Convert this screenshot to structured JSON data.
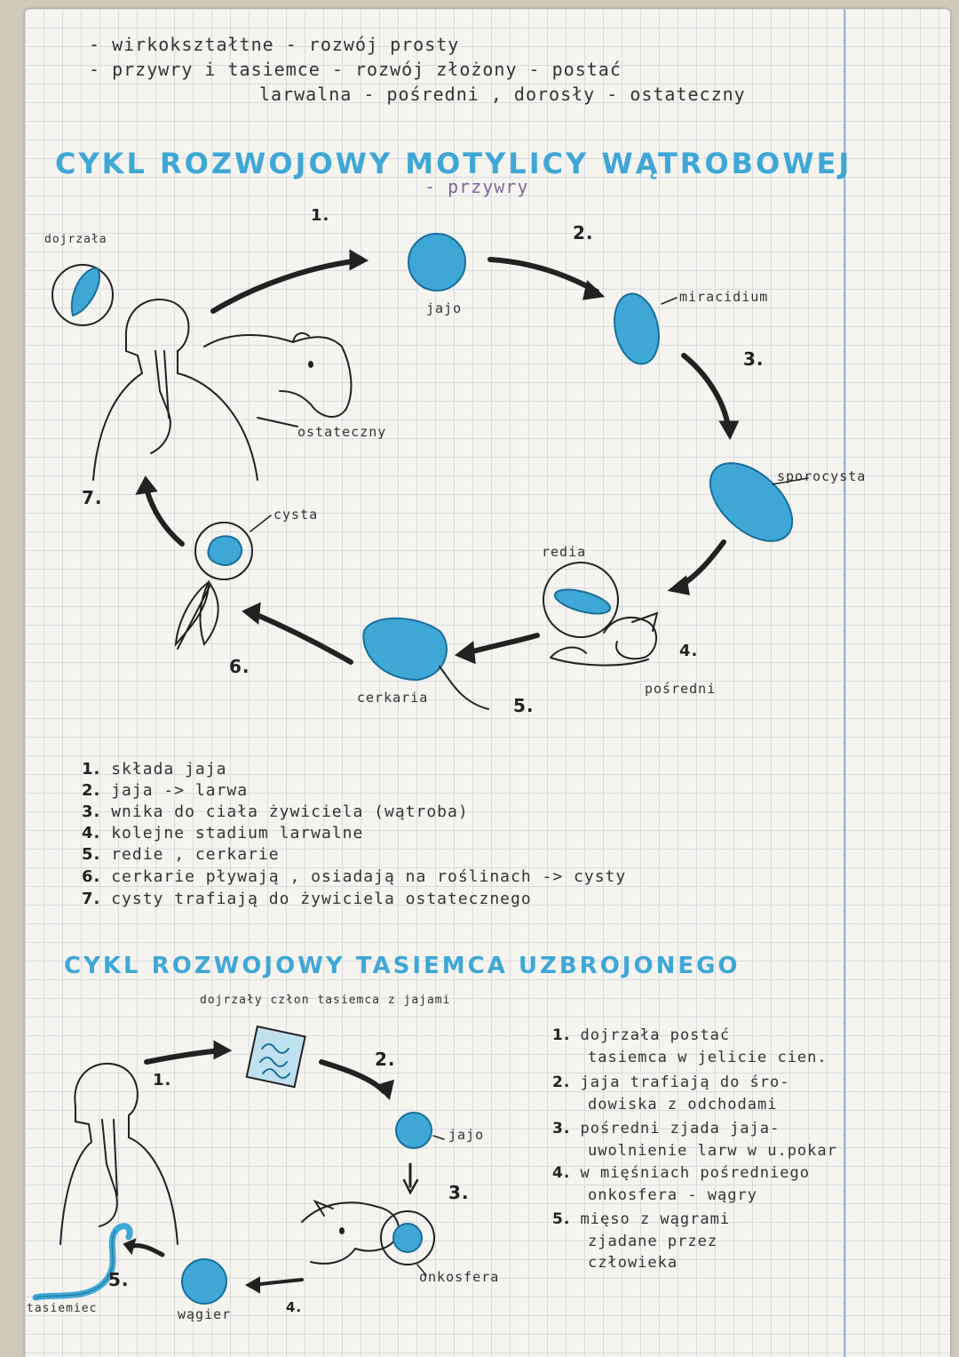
{
  "intro": {
    "line1": "- wirkokształtne    - rozwój prosty",
    "line2": "- przywry     i tasiemce  - rozwój złożony  - postać",
    "line3": "larwalna - pośredni , dorosły  - ostateczny"
  },
  "fluke": {
    "title": "CYKL ROZWOJOWY MOTYLICY WĄTROBOWEJ",
    "subtitle": "- przywry",
    "labels": {
      "mature": "dojrzała",
      "egg": "jajo",
      "miracidium": "miracidium",
      "sporocyst": "sporocysta",
      "redia": "redia",
      "cercaria": "cerkaria",
      "cyst": "cysta",
      "definitive": "ostateczny",
      "intermediate": "pośredni"
    },
    "steps": [
      "1.",
      "2.",
      "3.",
      "4.",
      "5.",
      "6.",
      "7."
    ],
    "notes": [
      {
        "n": "1.",
        "text": "składa jaja"
      },
      {
        "n": "2.",
        "text": "jaja  ->  larwa"
      },
      {
        "n": "3.",
        "text": "wnika do ciała żywiciela (wątroba)"
      },
      {
        "n": "4.",
        "text": "kolejne stadium larwalne"
      },
      {
        "n": "5.",
        "text": "redie , cerkarie"
      },
      {
        "n": "6.",
        "text": "cerkarie pływają , osiadają na roślinach -> cysty"
      },
      {
        "n": "7.",
        "text": "cysty trafiają do żywiciela ostatecznego"
      }
    ]
  },
  "tapeworm": {
    "title": "CYKL ROZWOJOWY TASIEMCA UZBROJONEGO",
    "labels": {
      "segment": "dojrzały człon tasiemca z jajami",
      "egg": "jajo",
      "oncosphere": "onkosfera",
      "cysticercus": "wągier",
      "tapeworm": "tasiemiec"
    },
    "steps": [
      "1.",
      "2.",
      "3.",
      "4.",
      "5."
    ],
    "notes": [
      {
        "n": "1.",
        "lines": [
          "dojrzała postać",
          "tasiemca w jelicie cien."
        ]
      },
      {
        "n": "2.",
        "lines": [
          "jaja trafiają do śro-",
          "dowiska z odchodami"
        ]
      },
      {
        "n": "3.",
        "lines": [
          "pośredni zjada jaja-",
          "uwolnienie larw w u.pokar"
        ]
      },
      {
        "n": "4.",
        "lines": [
          "w mięśniach pośredniego",
          "onkosfera - wągry"
        ]
      },
      {
        "n": "5.",
        "lines": [
          "mięso z wągrami",
          "zjadane przez",
          "człowieka"
        ]
      }
    ]
  },
  "colors": {
    "accent": "#3fa7d6",
    "ink": "#222222",
    "pencil": "#7d6b9a"
  }
}
